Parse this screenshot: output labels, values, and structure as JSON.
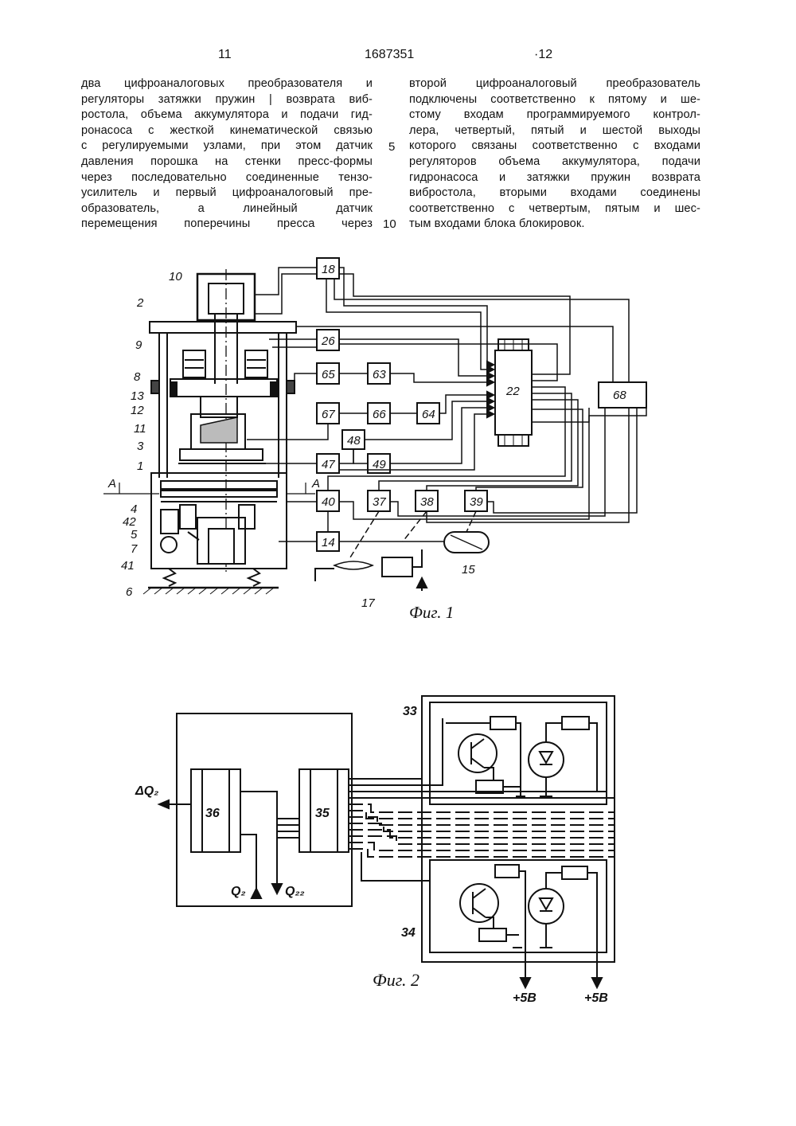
{
  "header": {
    "page_left": "11",
    "patent_number": "1687351",
    "page_right": "·12"
  },
  "left_column": [
    "два цифроаналоговых преобразователя и",
    "регуляторы затяжки пружин | возврата виб-",
    "ростола, объема аккумулятора и подачи гид-",
    "ронасоса с жесткой кинематической связью",
    "с регулируемыми узлами, при этом датчик",
    "давления порошка на стенки пресс-формы",
    "через последовательно соединенные тензо-",
    "усилитель и первый цифроаналоговый пре-",
    "образователь, а линейный датчик",
    "перемещения поперечины пресса через"
  ],
  "right_column": [
    "второй цифроаналоговый преобразователь",
    "подключены соответственно к пятому и ше-",
    "стому входам программируемого контрол-",
    "лера, четвертый, пятый и шестой выходы",
    "которого связаны соответственно с входами",
    "регуляторов объема аккумулятора, подачи",
    "гидронасоса и затяжки пружин возврата",
    "вибростола, вторыми входами соединены",
    "соответственно с четвертым, пятым и шес-",
    "тым входами блока блокировок."
  ],
  "margin_numbers": [
    "5",
    "10"
  ],
  "fig1": {
    "caption": "Фиг. 1",
    "block_labels": [
      "18",
      "26",
      "65",
      "63",
      "67",
      "66",
      "64",
      "48",
      "47",
      "49",
      "40",
      "37",
      "38",
      "39",
      "14",
      "22",
      "68"
    ],
    "part_labels": [
      "10",
      "2",
      "9",
      "8",
      "13",
      "12",
      "11",
      "3",
      "1",
      "A",
      "A",
      "4",
      "42",
      "5",
      "7",
      "41",
      "6",
      "15",
      "17"
    ]
  },
  "fig2": {
    "caption": "Фиг. 2",
    "block_labels": [
      "36",
      "35"
    ],
    "group_labels": [
      "33",
      "34"
    ],
    "signals": {
      "delta_q2": "ΔQ₂",
      "q2": "Q₂",
      "q22": "Q₂₂"
    },
    "supply_left": "+5В",
    "supply_right": "+5В"
  }
}
